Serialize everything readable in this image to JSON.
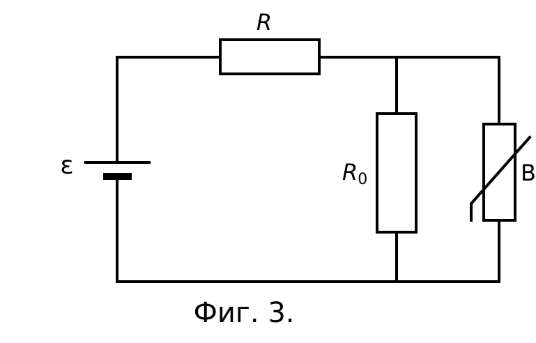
{
  "diagram": {
    "components": {
      "resistor_R": {
        "label": "R"
      },
      "resistor_R0": {
        "label_main": "R",
        "label_sub": "0"
      },
      "battery": {
        "label": "ε"
      },
      "nonlinear_element": {
        "label": "B"
      }
    },
    "caption": "Фиг. 3."
  }
}
